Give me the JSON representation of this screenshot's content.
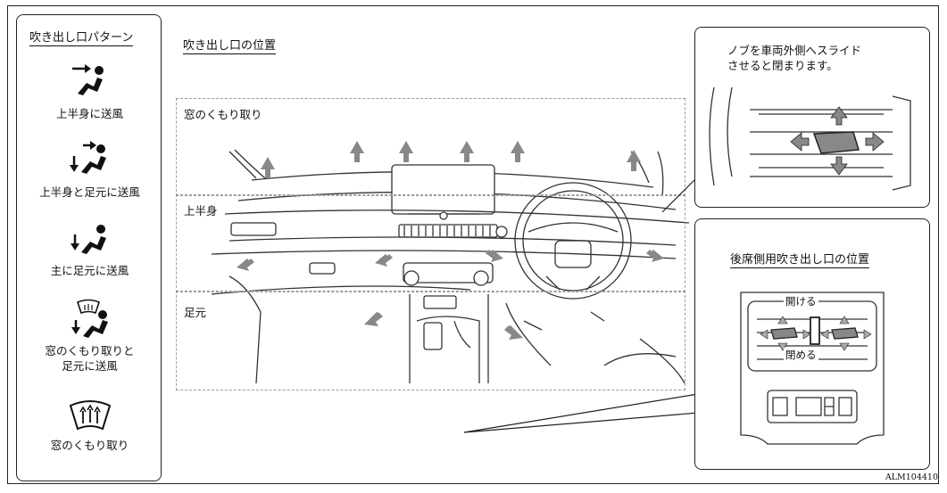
{
  "left_panel": {
    "title": "吹き出し口パターン",
    "patterns": [
      {
        "label": "上半身に送風",
        "icon": "upper-body-vent-icon"
      },
      {
        "label": "上半身と足元に送風",
        "icon": "upper-feet-vent-icon"
      },
      {
        "label": "主に足元に送風",
        "icon": "feet-vent-icon"
      },
      {
        "label": "窓のくもり取りと\n足元に送風",
        "icon": "defrost-feet-vent-icon"
      },
      {
        "label": "窓のくもり取り",
        "icon": "defrost-icon"
      }
    ]
  },
  "main": {
    "title": "吹き出し口の位置",
    "zones": {
      "defrost": "窓のくもり取り",
      "upper": "上半身",
      "feet": "足元"
    }
  },
  "knob_note": {
    "text": "ノブを車両外側へスライド\nさせると閉まります。"
  },
  "rear": {
    "title": "後席側用吹き出し口の位置",
    "open": "開ける",
    "close": "閉める"
  },
  "figure_code": "ALM104410"
}
